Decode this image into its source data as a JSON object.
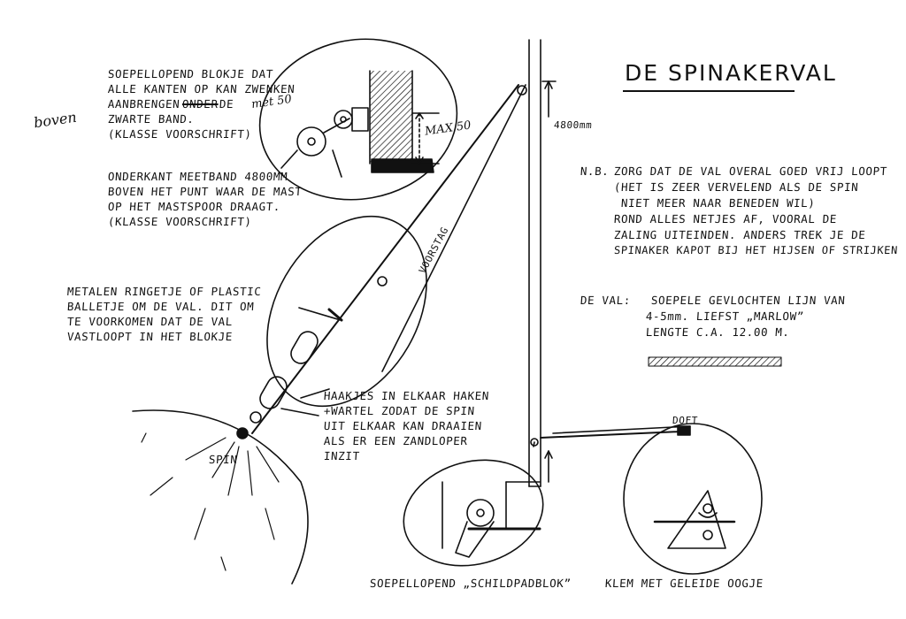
{
  "title": "DE SPINAKERVAL",
  "notes": {
    "block_top": [
      "SOEPELLOPEND BLOKJE DAT",
      "ALLE KANTEN OP KAN ZWENKEN",
      "AANBRENGEN",
      "ONDER",
      "DE",
      "ZWARTE BAND.",
      "(KLASSE VOORSCHRIFT)"
    ],
    "boven": "boven",
    "met50": "met 50",
    "max50": "MAX 50",
    "measure": [
      "ONDERKANT MEETBAND 4800mm",
      "BOVEN HET PUNT WAAR DE MAST",
      "OP HET MASTSPOOR DRAAGT.",
      "(KLASSE VOORSCHRIFT)"
    ],
    "height": "4800mm",
    "ring": [
      "METALEN RINGETJE OF PLASTIC",
      "BALLETJE OM DE VAL. DIT OM",
      "TE VOORKOMEN DAT DE VAL",
      "VASTLOOPT IN HET BLOKJE"
    ],
    "voorstag": "VOORSTAG",
    "hooks": [
      "HAAKJES IN ELKAAR HAKEN",
      "+WARTEL ZODAT DE SPIN",
      "UIT ELKAAR KAN DRAAIEN",
      "ALS ER EEN ZANDLOPER",
      "INZIT"
    ],
    "spin": "SPIN",
    "nb_label": "N.B.",
    "nb": [
      "ZORG DAT DE VAL OVERAL GOED VRIJ LOOPT",
      "(HET IS ZEER VERVELEND ALS DE SPIN",
      "NIET MEER NAAR BENEDEN WIL)",
      "ROND ALLES NETJES AF, VOORAL DE",
      "ZALING UITEINDEN. ANDERS TREK JE DE",
      "SPINAKER KAPOT BIJ HET HIJSEN OF STRIJKEN"
    ],
    "val_label": "DE VAL:",
    "val": [
      "SOEPELE GEVLOCHTEN LIJN VAN",
      "4-5mm. LIEFST „MARLOW”",
      "LENGTE C.A. 12.00 M."
    ],
    "doft": "DOFT",
    "schildpad": "SOEPELLOPEND „SCHILDPADBLOK”",
    "klem": "KLEM MET GELEIDE OOGJE"
  },
  "colors": {
    "ink": "#111111",
    "paper": "#ffffff"
  }
}
